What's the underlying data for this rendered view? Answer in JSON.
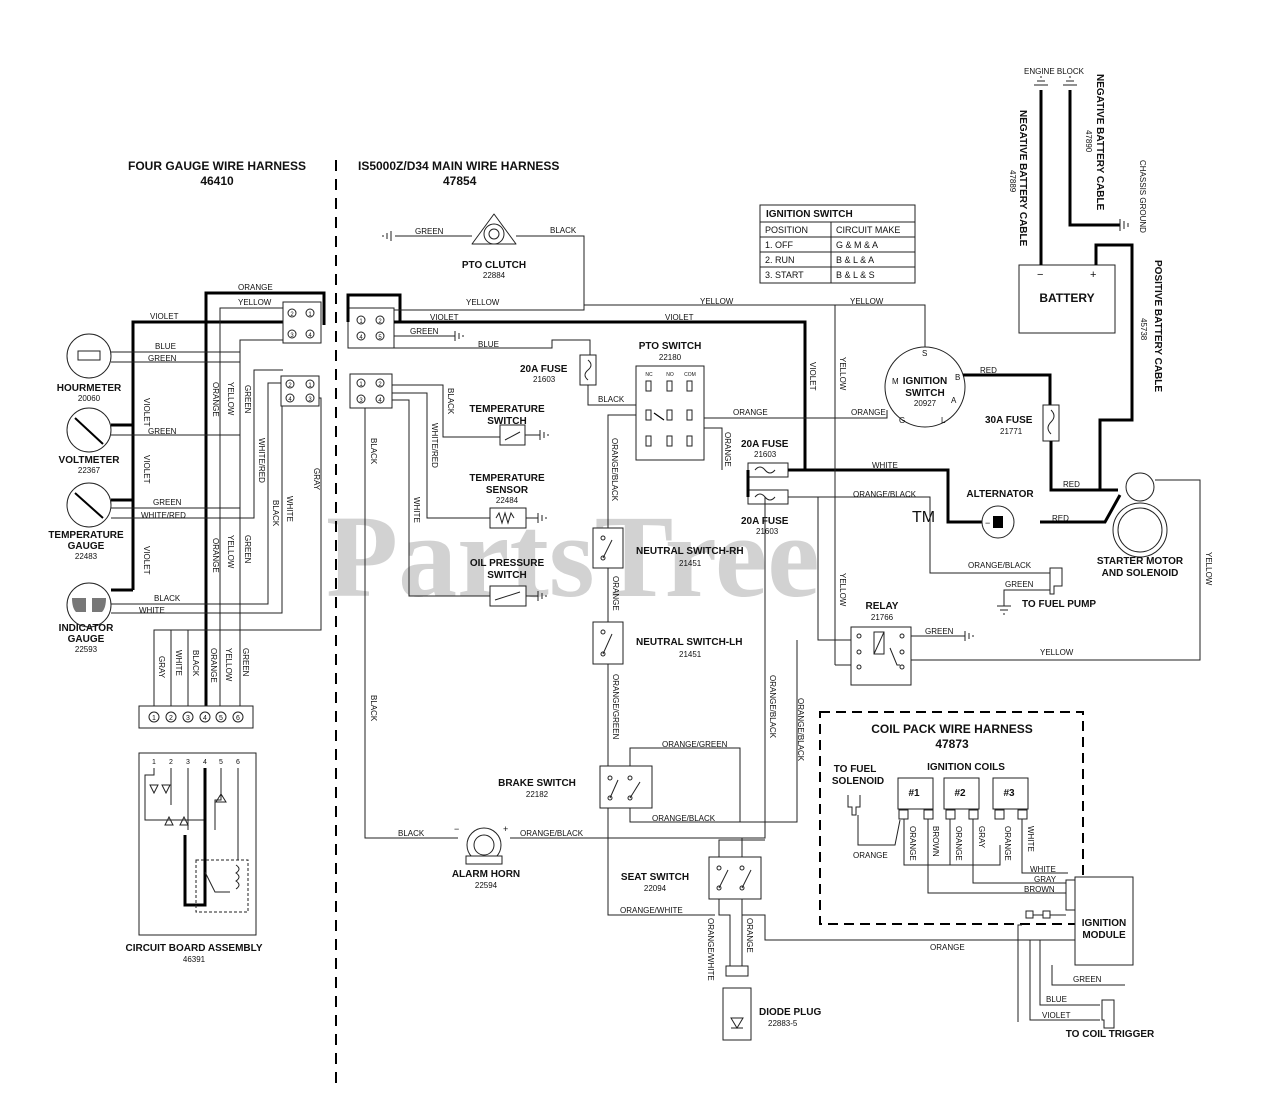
{
  "watermark": {
    "brand": "PartsTree",
    "mark": "TM"
  },
  "harnesses": {
    "four_gauge": {
      "title": "FOUR GAUGE WIRE HARNESS",
      "part": "46410"
    },
    "main": {
      "title": "IS5000Z/D34 MAIN WIRE HARNESS",
      "part": "47854"
    },
    "coil_pack": {
      "title": "COIL PACK WIRE HARNESS",
      "part": "47873"
    }
  },
  "ignition_table": {
    "title": "IGNITION SWITCH",
    "headers": [
      "POSITION",
      "CIRCUIT MAKE"
    ],
    "rows": [
      [
        "1. OFF",
        "G & M & A"
      ],
      [
        "2. RUN",
        "B & L & A"
      ],
      [
        "3. START",
        "B & L & S"
      ]
    ]
  },
  "components": {
    "hourmeter": {
      "name": "HOURMETER",
      "part": "20060"
    },
    "voltmeter": {
      "name": "VOLTMETER",
      "part": "22367"
    },
    "temp_gauge": {
      "name1": "TEMPERATURE",
      "name2": "GAUGE",
      "part": "22483"
    },
    "indicator_gauge": {
      "name1": "INDICATOR",
      "name2": "GAUGE",
      "part": "22593"
    },
    "circuit_board": {
      "name": "CIRCUIT BOARD ASSEMBLY",
      "part": "46391"
    },
    "pto_clutch": {
      "name": "PTO CLUTCH",
      "part": "22884"
    },
    "fuse_20a_top": {
      "name": "20A FUSE",
      "part": "21603"
    },
    "pto_switch": {
      "name": "PTO SWITCH",
      "part": "22180"
    },
    "temp_switch": {
      "name1": "TEMPERATURE",
      "name2": "SWITCH"
    },
    "temp_sensor": {
      "name1": "TEMPERATURE",
      "name2": "SENSOR",
      "part": "22484"
    },
    "oil_pressure": {
      "name1": "OIL PRESSURE",
      "name2": "SWITCH"
    },
    "fuse_20a_mid": {
      "name": "20A FUSE",
      "part": "21603"
    },
    "fuse_20a_low": {
      "name": "20A FUSE",
      "part": "21603"
    },
    "neutral_rh": {
      "name": "NEUTRAL SWITCH-RH",
      "part": "21451"
    },
    "neutral_lh": {
      "name": "NEUTRAL SWITCH-LH",
      "part": "21451"
    },
    "brake_switch": {
      "name": "BRAKE SWITCH",
      "part": "22182"
    },
    "alarm_horn": {
      "name": "ALARM HORN",
      "part": "22594"
    },
    "seat_switch": {
      "name": "SEAT SWITCH",
      "part": "22094"
    },
    "diode_plug": {
      "name": "DIODE PLUG",
      "part": "22883-5"
    },
    "ignition_switch": {
      "name1": "IGNITION",
      "name2": "SWITCH",
      "part": "20927"
    },
    "fuse_30a": {
      "name": "30A FUSE",
      "part": "21771"
    },
    "battery": {
      "name": "BATTERY"
    },
    "alternator": {
      "name": "ALTERNATOR"
    },
    "starter": {
      "name1": "STARTER MOTOR",
      "name2": "AND SOLENOID"
    },
    "relay": {
      "name": "RELAY",
      "part": "21766"
    },
    "fuel_pump": {
      "name": "TO FUEL PUMP"
    },
    "fuel_solenoid": {
      "name1": "TO FUEL",
      "name2": "SOLENOID"
    },
    "ignition_coils": {
      "name": "IGNITION COILS",
      "c1": "#1",
      "c2": "#2",
      "c3": "#3"
    },
    "ignition_module": {
      "name1": "IGNITION",
      "name2": "MODULE"
    },
    "coil_trigger": {
      "name": "TO COIL TRIGGER"
    },
    "engine_block": {
      "name": "ENGINE BLOCK"
    },
    "chassis_ground": {
      "name": "CHASSIS GROUND"
    },
    "neg_cable_1": {
      "name": "NEGATIVE BATTERY CABLE",
      "part": "47889"
    },
    "neg_cable_2": {
      "name": "NEGATIVE BATTERY CABLE",
      "part": "47890"
    },
    "pos_cable": {
      "name": "POSITIVE BATTERY CABLE",
      "part": "45738"
    }
  },
  "pins": {
    "p1": "1",
    "p2": "2",
    "p3": "3",
    "p4": "4",
    "p5": "5",
    "p6": "6"
  },
  "switch_terminals": {
    "m": "M",
    "s": "S",
    "b": "B",
    "a": "A",
    "g": "G",
    "l": "L",
    "nc": "NC",
    "no": "NO",
    "com": "COM"
  },
  "polarity": {
    "minus": "−",
    "plus": "+",
    "neg": "−",
    "pos": "+"
  },
  "wire_labels": {
    "orange": "ORANGE",
    "yellow": "YELLOW",
    "violet": "VIOLET",
    "blue": "BLUE",
    "green": "GREEN",
    "black": "BLACK",
    "white": "WHITE",
    "gray": "GRAY",
    "red": "RED",
    "brown": "BROWN",
    "white_red": "WHITE/RED",
    "orange_black": "ORANGE/BLACK",
    "orange_green": "ORANGE/GREEN",
    "orange_white": "ORANGE/WHITE"
  }
}
